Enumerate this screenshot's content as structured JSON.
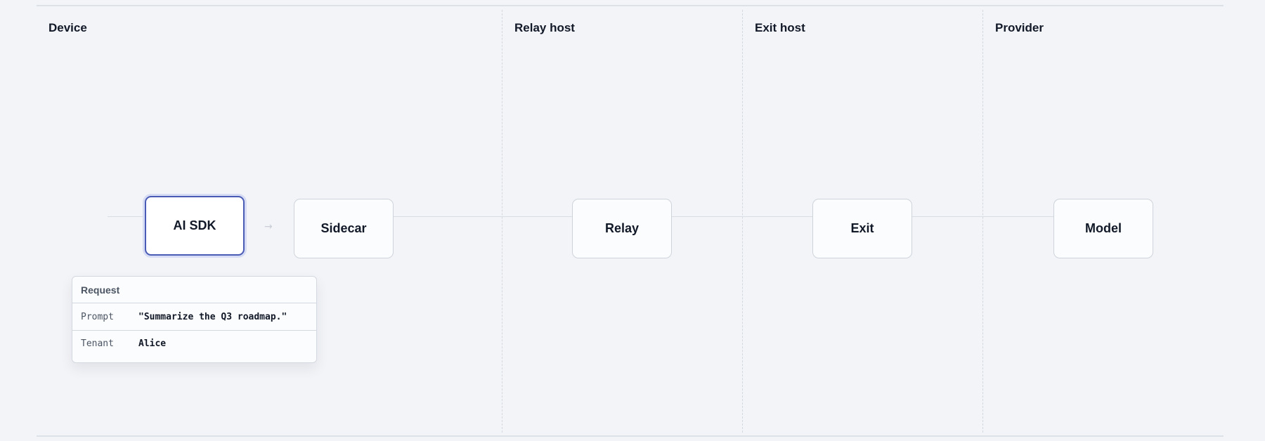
{
  "lanes": [
    {
      "title": "Device"
    },
    {
      "title": "Relay host"
    },
    {
      "title": "Exit host"
    },
    {
      "title": "Provider"
    }
  ],
  "nodes": [
    {
      "label": "AI SDK",
      "active": true
    },
    {
      "label": "Sidecar"
    },
    {
      "label": "Relay"
    },
    {
      "label": "Exit"
    },
    {
      "label": "Model"
    }
  ],
  "arrow": {
    "glyph": "→",
    "icon": "arrow-right-icon"
  },
  "request_card": {
    "title": "Request",
    "rows": [
      {
        "key": "Prompt",
        "value": "\"Summarize the Q3 roadmap.\""
      },
      {
        "key": "Tenant",
        "value": "Alice"
      }
    ]
  },
  "colors": {
    "background": "#f3f4f8",
    "active_border": "#4a5bb5",
    "node_border": "#cfd4dc",
    "text": "#111827"
  }
}
